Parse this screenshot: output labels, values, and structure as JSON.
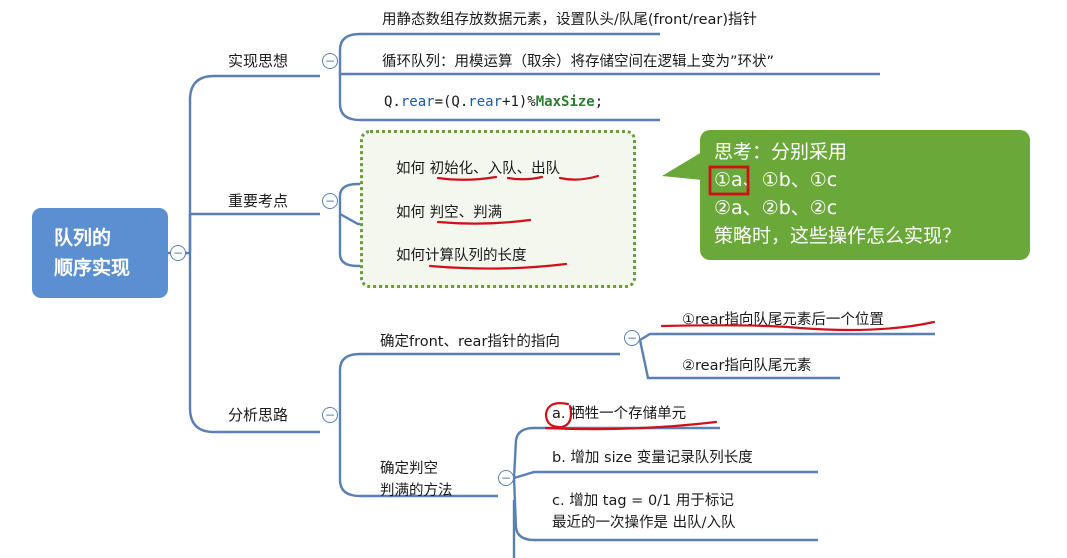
{
  "root": {
    "line1": "队列的",
    "line2": "顺序实现"
  },
  "branches": {
    "idea": {
      "label": "实现思想",
      "items": [
        "用静态数组存放数据元素，设置队头/队尾(front/rear)指针",
        "循环队列：用模运算（取余）将存储空间在逻辑上变为”环状”"
      ],
      "code": {
        "a": "Q.",
        "b": "rear",
        "c": "=(Q.",
        "d": "rear",
        "e": "+1)%",
        "f": "MaxSize",
        "g": ";"
      }
    },
    "key": {
      "label": "重要考点",
      "items": [
        "如何 初始化、入队、出队",
        "如何 判空、判满",
        "如何计算队列的长度"
      ]
    },
    "analysis": {
      "label": "分析思路",
      "pointer": {
        "label": "确定front、rear指针的指向",
        "items": [
          "①rear指向队尾元素后一个位置",
          "②rear指向队尾元素"
        ]
      },
      "method": {
        "label_line1": "确定判空",
        "label_line2": "判满的方法",
        "items": [
          {
            "l1": "a. 牺牲一个存储单元"
          },
          {
            "l1": "b. 增加 size 变量记录队列长度"
          },
          {
            "l1": "c. 增加 tag = 0/1 用于标记",
            "l2": "最近的一次操作是 出队/入队"
          }
        ]
      }
    }
  },
  "callout": {
    "line1": "思考：分别采用",
    "line2": "①a、①b、①c",
    "line3": "②a、②b、②c",
    "line4": "策略时，这些操作怎么实现？"
  },
  "collapse_symbol": "−",
  "colors": {
    "root": "#5b8fd1",
    "line": "#5b7fb3",
    "callout": "#6ba83a",
    "annotation": "#d0101b"
  }
}
